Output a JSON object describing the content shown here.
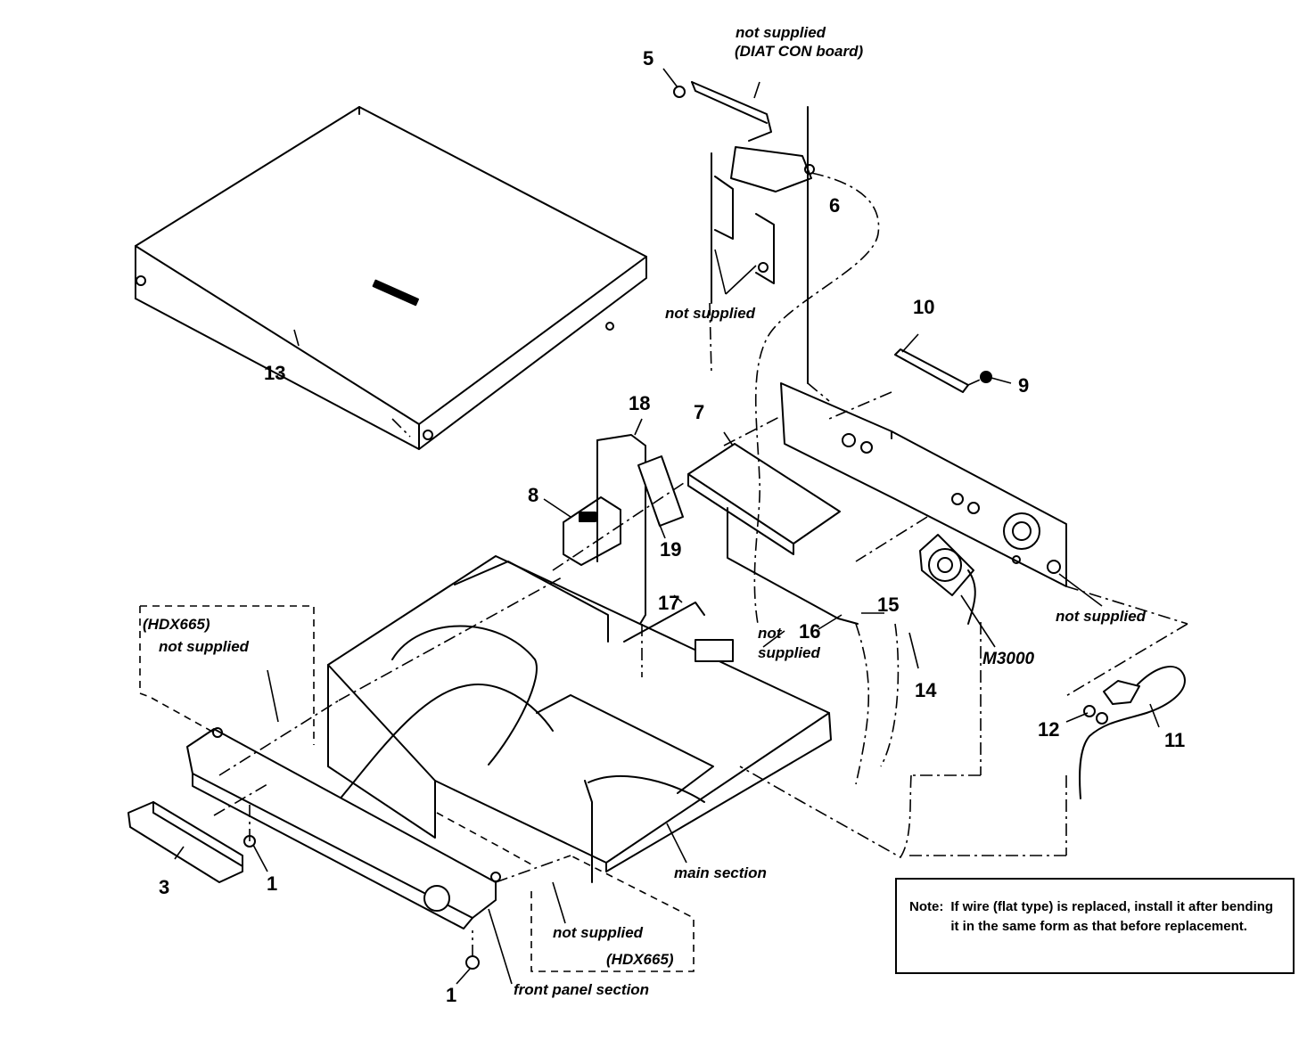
{
  "callouts": {
    "n1a": "1",
    "n1b": "1",
    "n3": "3",
    "n5": "5",
    "n6": "6",
    "n7": "7",
    "n8": "8",
    "n9": "9",
    "n10": "10",
    "n11": "11",
    "n12": "12",
    "n13": "13",
    "n14": "14",
    "n15": "15",
    "n16": "16",
    "n17": "17",
    "n18": "18",
    "n19": "19",
    "m3000": "M3000"
  },
  "labels": {
    "not_supplied_top": "not supplied",
    "diat_con_board": "(DIAT CON board)",
    "not_supplied_upper": "not supplied",
    "not_supplied_right": "not supplied",
    "not_supplied_center_1": "not",
    "not_supplied_center_2": "supplied",
    "hdx_left": "(HDX665)",
    "not_supplied_left": "not supplied",
    "not_supplied_bottom": "not supplied",
    "hdx_bottom": "(HDX665)",
    "main_section": "main section",
    "front_panel_section": "front panel section"
  },
  "note": {
    "key": "Note:",
    "text": "If wire (flat type) is replaced, install it after bending it in the same form as that before replacement."
  }
}
